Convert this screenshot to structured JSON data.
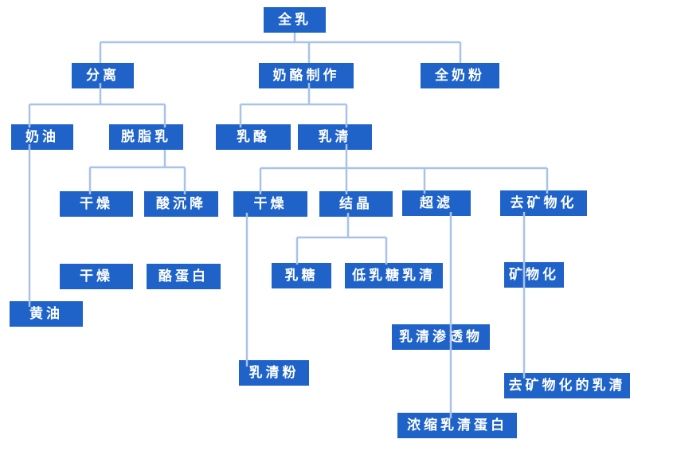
{
  "diagram": {
    "colors": {
      "node_fill": "#1f63c9",
      "node_text": "#ffffff",
      "connector": "#a9c2ea"
    },
    "nodes": {
      "whole_milk": "全乳",
      "separation": "分离",
      "cheese_making": "奶酪制作",
      "whole_milk_powder": "全奶粉",
      "cream": "奶油",
      "skim_milk": "脱脂乳",
      "cheese": "乳酪",
      "whey": "乳清",
      "drying_skim": "干燥",
      "acid_precipitation": "酸沉降",
      "drying_whey": "干燥",
      "crystallization": "结晶",
      "ultrafiltration": "超滤",
      "demineralization": "去矿物化",
      "drying_casein": "干燥",
      "casein": "酪蛋白",
      "lactose": "乳糖",
      "low_lactose_whey": "低乳糖乳清",
      "mineralization": "矿物化",
      "butter": "黄油",
      "whey_permeate": "乳清渗透物",
      "whey_powder": "乳清粉",
      "demineralized_whey": "去矿物化的乳清",
      "whey_protein_concentrate": "浓缩乳清蛋白"
    }
  }
}
